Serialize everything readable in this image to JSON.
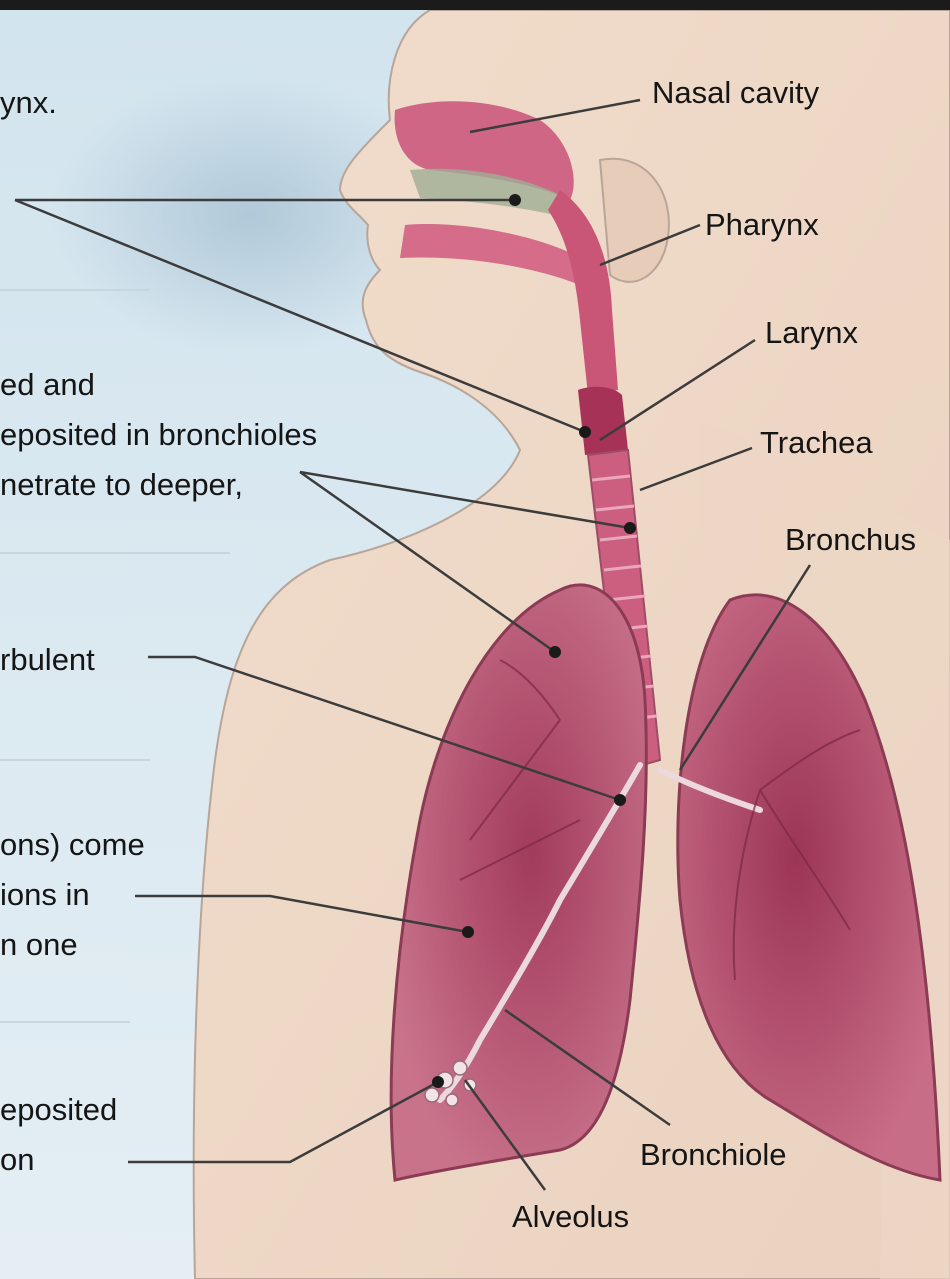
{
  "labels": {
    "nasal_cavity": "Nasal cavity",
    "pharynx": "Pharynx",
    "larynx": "Larynx",
    "trachea": "Trachea",
    "bronchus": "Bronchus",
    "bronchiole": "Bronchiole",
    "alveolus": "Alveolus"
  },
  "left_panel": {
    "item1": [
      "ynx."
    ],
    "item2": [
      "ed and",
      "eposited in bronchioles",
      "netrate to deeper,"
    ],
    "item3": [
      "rbulent"
    ],
    "item4": [
      "ons) come",
      "ions in",
      "n one"
    ],
    "item5": [
      "eposited",
      "on"
    ]
  },
  "colors": {
    "background_left": "#dce9f1",
    "skin": "#efd9c7",
    "lung": "#b8526f",
    "airway": "#cf5b7c",
    "leader_line": "#3c3c3c",
    "top_bar": "#1b1b1b"
  }
}
